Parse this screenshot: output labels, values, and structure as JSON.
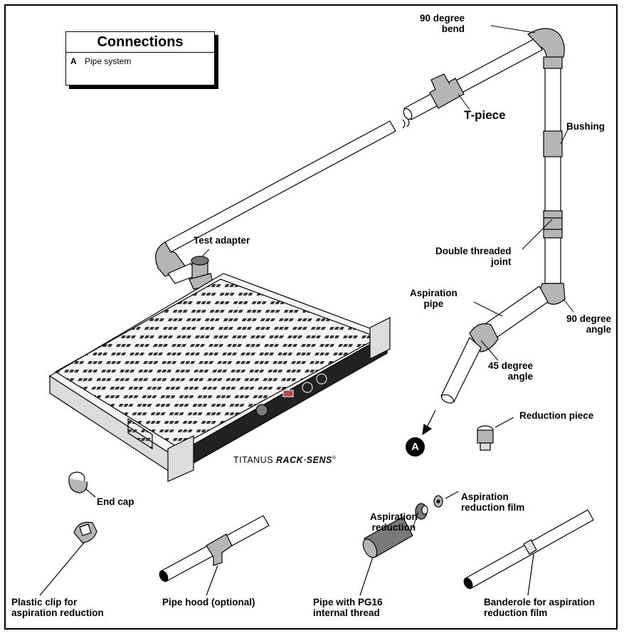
{
  "legend": {
    "title": "Connections",
    "items": [
      {
        "key": "A",
        "label": "Pipe system"
      }
    ]
  },
  "labels": {
    "bend_90": "90 degree\nbend",
    "t_piece": "T-piece",
    "bushing": "Bushing",
    "test_adapter": "Test adapter",
    "double_threaded": "Double threaded\njoint",
    "aspiration_pipe": "Aspiration\npipe",
    "angle_90": "90 degree\nangle",
    "angle_45": "45 degree\nangle",
    "reduction_piece": "Reduction piece",
    "end_cap": "End cap",
    "aspiration_reduction": "Aspiration\nreduction",
    "aspiration_reduction_film": "Aspiration\nreduction film",
    "plastic_clip": "Plastic clip for\naspiration reduction",
    "pipe_hood": "Pipe hood (optional)",
    "pipe_pg16": "Pipe with PG16\ninternal thread",
    "banderole": "Banderole for aspiration\nreduction film"
  },
  "brand": {
    "prefix": "TITANUS ",
    "name": "RACK·SENS",
    "reg": "®"
  },
  "marker": "A",
  "colors": {
    "line": "#000000",
    "shade": "#b5b5b5",
    "dark": "#7a7a7a",
    "device": "#dcdcdc",
    "panel": "#222222"
  }
}
